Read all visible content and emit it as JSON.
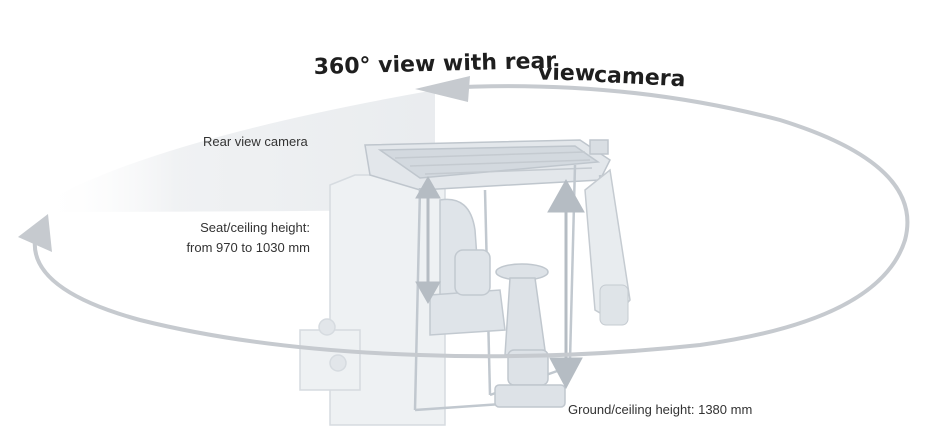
{
  "title": {
    "text": "360° view with rear view camera",
    "part1": "360° view with rear",
    "part2": "view",
    "part3": "camera"
  },
  "annotations": {
    "rear_camera": "Rear view camera",
    "seat_height_line1": "Seat/ceiling height:",
    "seat_height_line2": "from 970 to 1030 mm",
    "ground_height": "Ground/ceiling height: 1380 mm"
  },
  "colors": {
    "orbit_arrow": "#c8ccd0",
    "cab_body": "#e6eaee",
    "cab_outline": "#c3c9cf",
    "camera_cone": "#eef0f2",
    "dimension_arrow": "#b8bec4"
  }
}
